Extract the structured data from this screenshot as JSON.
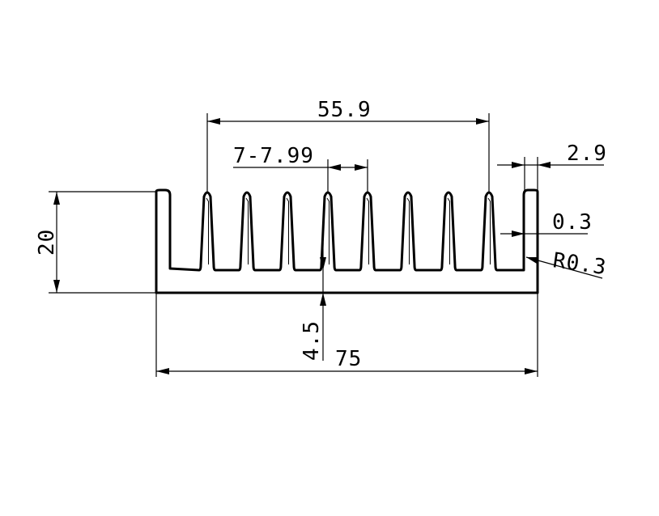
{
  "dimensions": {
    "top_span": "55.9",
    "fin_pitch": "7-7.99",
    "fin_tip": "2.9",
    "fin_gap": "0.3",
    "radius": "R0.3",
    "height": "20",
    "base_thickness": "4.5",
    "overall_width": "75"
  }
}
